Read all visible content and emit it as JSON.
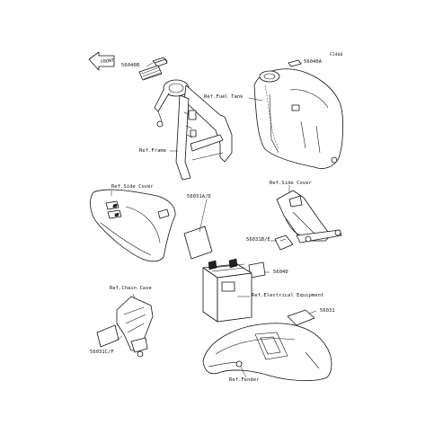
{
  "diagram": {
    "code": "F2460",
    "front_tag": "FRONT",
    "labels": {
      "decal_56040b": "56040B",
      "decal_56040a": "56040A",
      "ref_fuel_tank": "Ref.Fuel Tank",
      "ref_frame": "Ref.Frame",
      "ref_side_cover_left": "Ref.Side Cover",
      "decal_56031a_d": "56031A/D",
      "ref_side_cover_right": "Ref.Side Cover",
      "decal_56031b_e": "56031B/E",
      "decal_56040": "56040",
      "ref_electrical": "Ref.Electrical Equipment",
      "ref_chain_case": "Ref.Chain Case",
      "decal_56031": "56031",
      "decal_56031c_f": "56031C/F",
      "ref_fender": "Ref.Fender"
    }
  }
}
